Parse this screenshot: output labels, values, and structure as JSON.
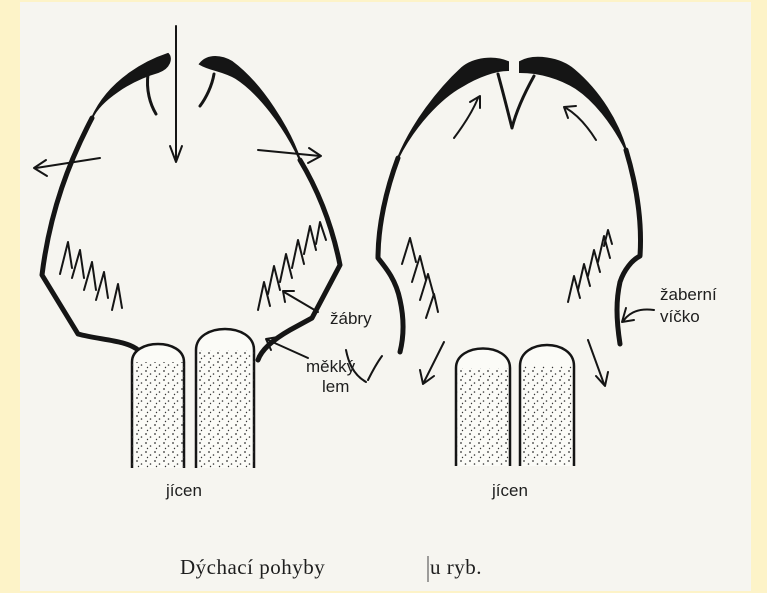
{
  "labels": {
    "zabry": "žábry",
    "mekky": "měkký",
    "lem": "lem",
    "zaberni": "žaberní",
    "vicko": "víčko",
    "jicen_left": "jícen",
    "jicen_right": "jícen"
  },
  "caption": {
    "part1": "Dýchací pohyby",
    "part2": "u ryb."
  },
  "colors": {
    "background": "#fdf3c8",
    "paper": "#f6f5f0",
    "ink": "#151515"
  }
}
